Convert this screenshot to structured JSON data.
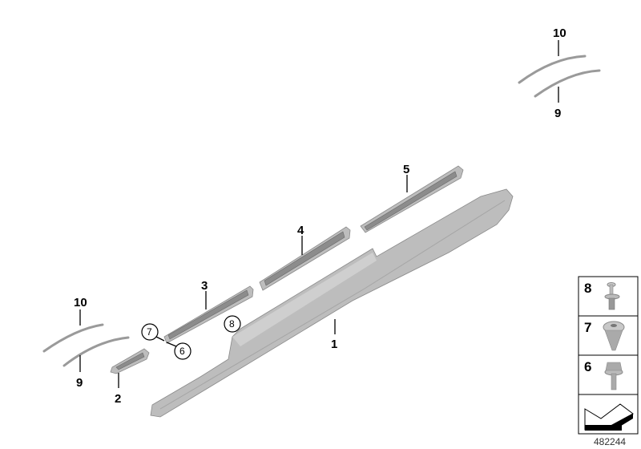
{
  "diagram": {
    "callouts": {
      "p1": "1",
      "p2": "2",
      "p3": "3",
      "p4": "4",
      "p5": "5",
      "p6": "6",
      "p7": "7",
      "p8": "8",
      "p9_right": "9",
      "p10_right": "10",
      "p9_left": "9",
      "p10_left": "10"
    },
    "legend_panel": {
      "items": [
        {
          "number": "8",
          "icon": "push-rivet-icon"
        },
        {
          "number": "7",
          "icon": "clip-nut-icon"
        },
        {
          "number": "6",
          "icon": "hex-screw-icon"
        }
      ],
      "direction_icon": "arrow-direction-icon"
    },
    "reference_number": "482244",
    "colors": {
      "part": "#bdbdbd",
      "outline": "#000000"
    }
  }
}
